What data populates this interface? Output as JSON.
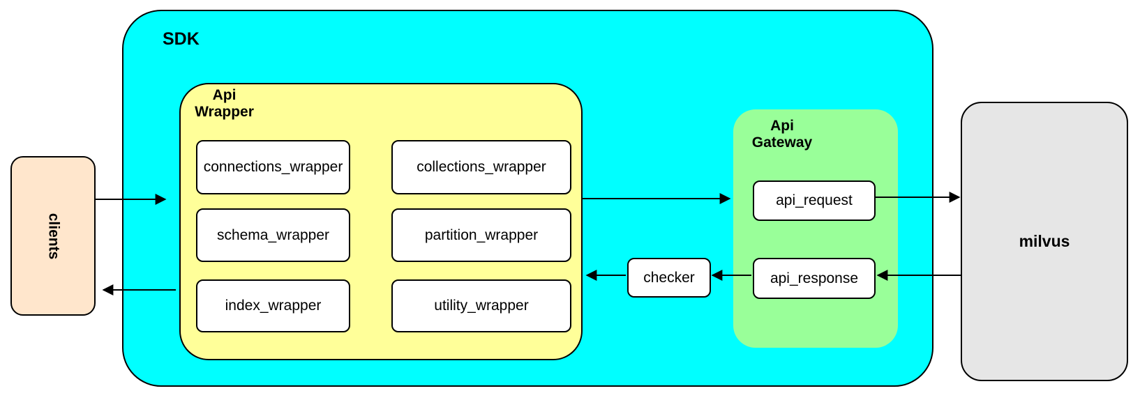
{
  "colors": {
    "sdk_fill": "#00FFFF",
    "api_wrapper_fill": "#FFFF99",
    "api_gateway_fill": "#99FF99",
    "clients_fill": "#FFE6CC",
    "milvus_fill": "#E6E6E6",
    "box_fill": "#FFFFFF",
    "stroke": "#000000"
  },
  "nodes": {
    "clients": {
      "label": "clients"
    },
    "sdk": {
      "label": "SDK"
    },
    "api_wrapper": {
      "label": "Api\nWrapper",
      "boxes": [
        {
          "label": "connections_wrapper"
        },
        {
          "label": "collections_wrapper"
        },
        {
          "label": "schema_wrapper"
        },
        {
          "label": "partition_wrapper"
        },
        {
          "label": "index_wrapper"
        },
        {
          "label": "utility_wrapper"
        }
      ]
    },
    "checker": {
      "label": "checker"
    },
    "api_gateway": {
      "label": "Api\nGateway",
      "boxes": [
        {
          "label": "api_request"
        },
        {
          "label": "api_response"
        }
      ]
    },
    "milvus": {
      "label": "milvus"
    }
  },
  "edges": [
    {
      "from": "clients",
      "to": "api_wrapper"
    },
    {
      "from": "api_wrapper",
      "to": "api_gateway"
    },
    {
      "from": "api_request",
      "to": "milvus"
    },
    {
      "from": "milvus",
      "to": "api_response"
    },
    {
      "from": "api_response",
      "to": "checker"
    },
    {
      "from": "checker",
      "to": "api_wrapper"
    },
    {
      "from": "api_wrapper",
      "to": "clients"
    }
  ]
}
